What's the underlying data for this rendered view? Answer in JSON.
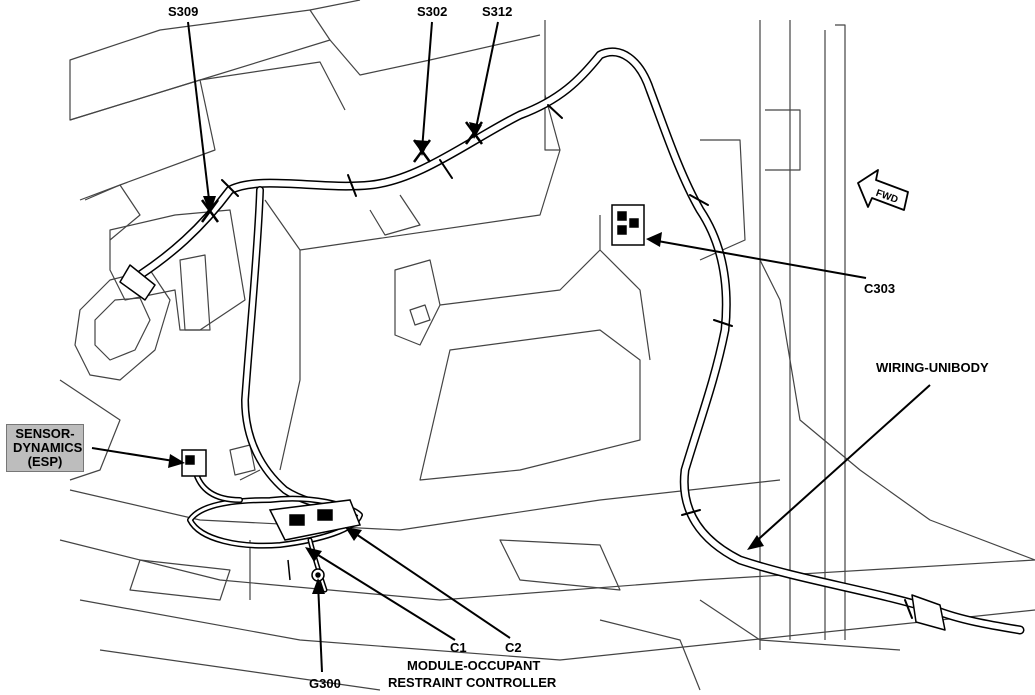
{
  "labels": {
    "s309": "S309",
    "s302": "S302",
    "s312": "S312",
    "c303": "C303",
    "wiring_unibody": "WIRING-UNIBODY",
    "sensor_dynamics": "SENSOR-DYNAMICS (ESP)",
    "c1": "C1",
    "c2": "C2",
    "module_line1": "MODULE-OCCUPANT",
    "module_line2": "RESTRAINT CONTROLLER",
    "g300": "G300",
    "fwd": "FWD"
  },
  "colors": {
    "line": "#000000",
    "wire_fill": "#ffffff",
    "label_box": "#bdbdbd",
    "background": "#ffffff"
  }
}
